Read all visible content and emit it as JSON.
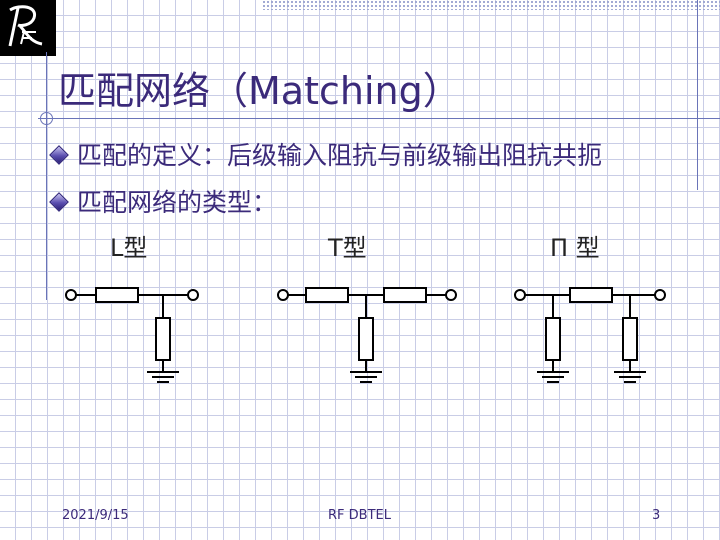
{
  "slide": {
    "title": "匹配网络（Matching）",
    "bullets": [
      "匹配的定义：后级输入阻抗与前级输出阻抗共扼",
      "匹配网络的类型："
    ],
    "networks": [
      {
        "label": "L型"
      },
      {
        "label": "T型"
      },
      {
        "label": "Π 型"
      }
    ]
  },
  "footer": {
    "date": "2021/9/15",
    "center": "RF  DBTEL",
    "page": "3"
  },
  "colors": {
    "text": "#3b2a7a",
    "grid": "#c9cde6",
    "rule": "#6a74b8"
  }
}
